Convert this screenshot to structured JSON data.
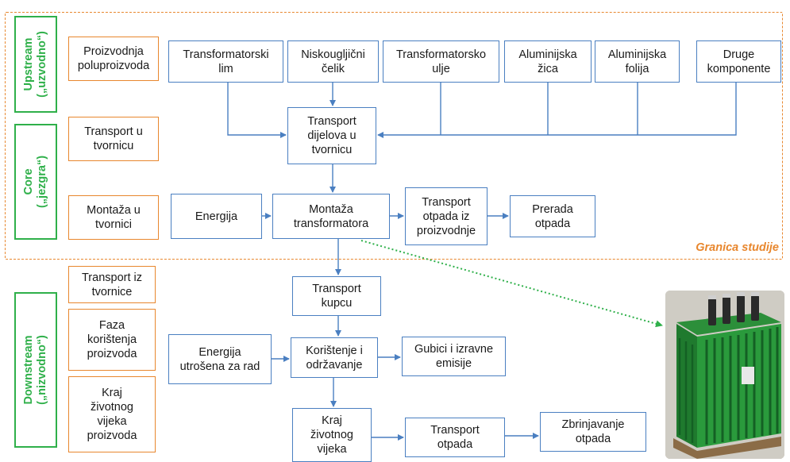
{
  "stages": {
    "upstream": "Upstream\n(„uzvodno“)",
    "core": "Core\n(„jezgra“)",
    "downstream": "Downstream\n(„nizvodno“)"
  },
  "phases": {
    "proizvodnja": "Proizvodnja\npoluproizvoda",
    "transport_u": "Transport u\ntvornicu",
    "montaza": "Montaža u\ntvornici",
    "transport_iz": "Transport iz\ntvornice",
    "koristenje": "Faza\nkorištenja\nproizvoda",
    "kraj": "Kraj\nživotnog\nvijeka\nproizvoda"
  },
  "inputs": {
    "lim": "Transformatorski\nlim",
    "celik": "Niskougljični\nčelik",
    "ulje": "Transformatorsko\nulje",
    "zica": "Aluminijska\nžica",
    "folija": "Aluminijska\nfolija",
    "druge": "Druge\nkomponente"
  },
  "process": {
    "transport_dijelova": "Transport\ndijelova u\ntvornicu",
    "energija": "Energija",
    "montaza_transformatora": "Montaža\ntransformatora",
    "transport_otpada_proizvodnje": "Transport\notpada iz\nproizvodnje",
    "prerada": "Prerada\notpada",
    "transport_kupcu": "Transport\nkupcu",
    "energija_rad": "Energija\nutrošena za rad",
    "koristenje": "Korištenje i\nodržavanje",
    "gubici": "Gubici i izravne\nemisije",
    "kraj_vijeka": "Kraj\nživotnog\nvijeka",
    "transport_otpada": "Transport\notpada",
    "zbrinjavanje": "Zbrinjavanje\notpada"
  },
  "boundary_label": "Granica studije",
  "colors": {
    "process_border": "#4a7fc1",
    "phase_border": "#e8872e",
    "stage_border": "#2fb04a",
    "dotted_arrow": "#2fb04a"
  },
  "photo": "transformer-photo"
}
